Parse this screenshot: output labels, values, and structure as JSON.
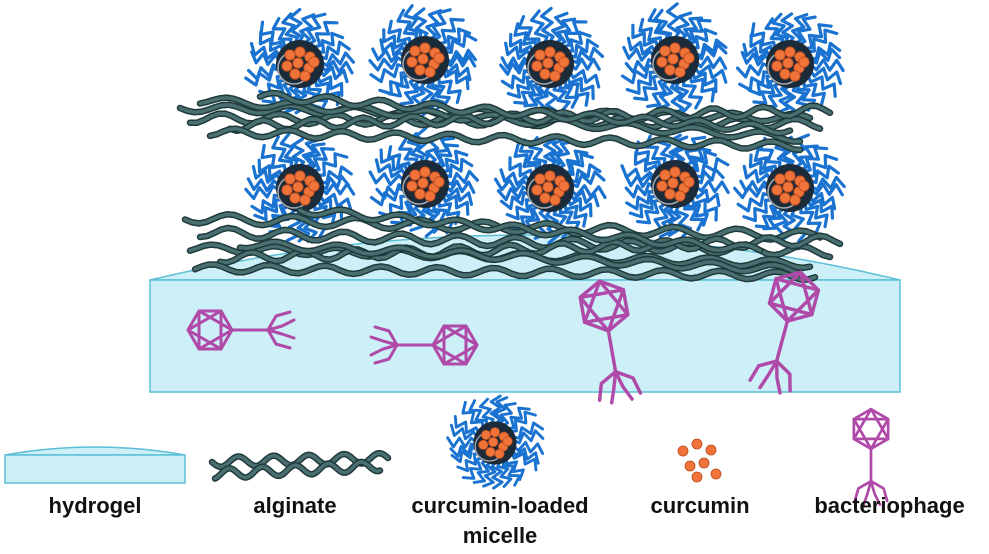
{
  "legend": [
    {
      "id": "hydrogel",
      "label": "hydrogel"
    },
    {
      "id": "alginate",
      "label": "alginate"
    },
    {
      "id": "micelle",
      "label_line1": "curcumin-loaded",
      "label_line2": "micelle"
    },
    {
      "id": "curcumin",
      "label": "curcumin"
    },
    {
      "id": "bacteriophage",
      "label": "bacteriophage"
    }
  ],
  "colors": {
    "hydrogel_fill": "#cdeff8",
    "hydrogel_stroke": "#5bbfd6",
    "alginate": "#4a6f70",
    "micelle_shell": "#1a73d1",
    "micelle_core": "#1c2b3a",
    "curcumin": "#f0743a",
    "bacteriophage": "#b04aa8"
  }
}
